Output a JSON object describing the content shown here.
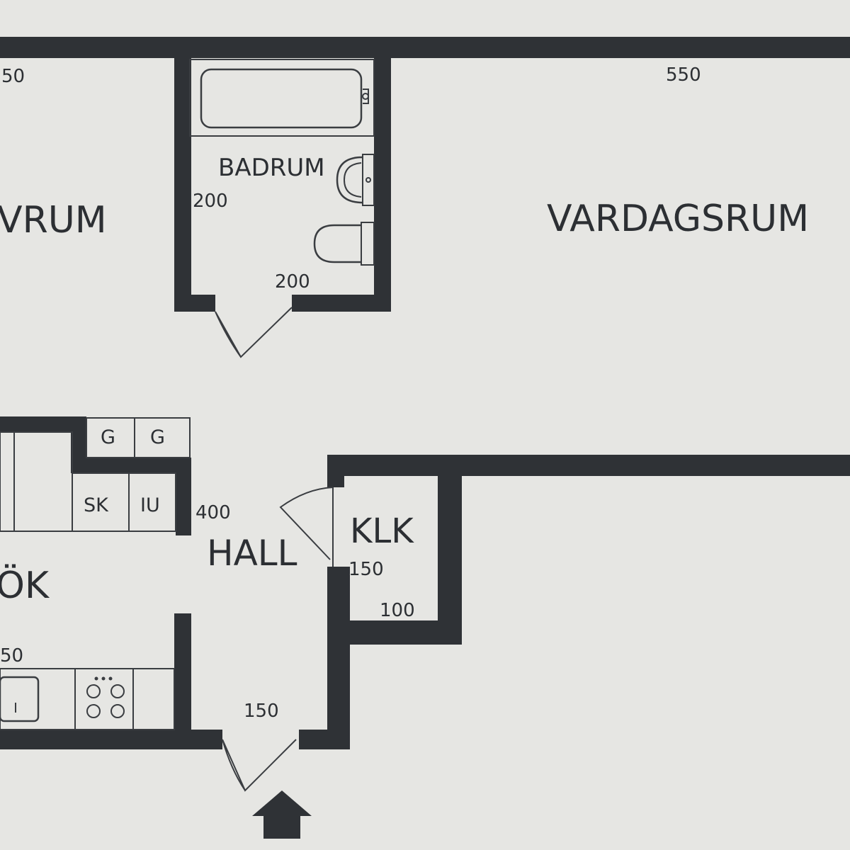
{
  "rooms": {
    "badrum": "BADRUM",
    "vardagsrum": "VARDAGSRUM",
    "sovrum_partial": "VRUM",
    "kok_partial": "ÖK",
    "hall": "HALL",
    "klk": "KLK"
  },
  "dimensions": {
    "sovrum_width_partial": "50",
    "vardagsrum_width": "550",
    "badrum_height": "200",
    "badrum_width": "200",
    "hall_height": "400",
    "klk_height": "150",
    "klk_width": "100",
    "kok_width_partial": "50",
    "entrance_width": "150"
  },
  "cabinets": {
    "g1": "G",
    "g2": "G",
    "sk": "SK",
    "iu": "IU"
  },
  "entrance_arrow_icon": "up-arrow-icon",
  "colors": {
    "background": "#e6e6e3",
    "wall": "#2f3236",
    "line": "#3a3d41"
  }
}
